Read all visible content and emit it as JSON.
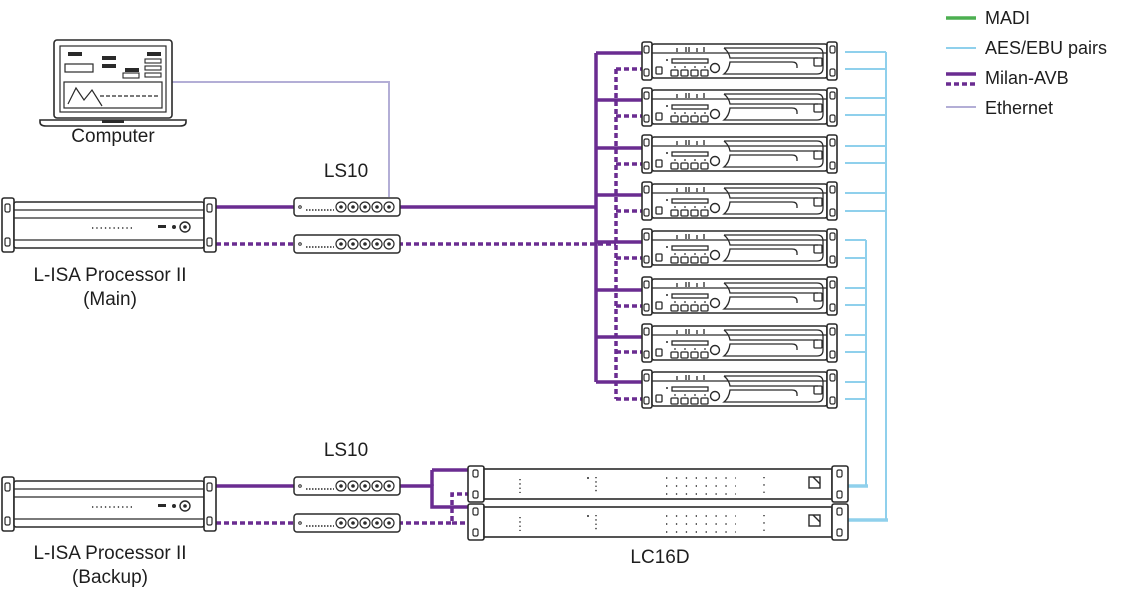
{
  "legend": [
    {
      "label": "MADI",
      "color": "#4caf50",
      "style": "solid-thick"
    },
    {
      "label": "AES/EBU pairs",
      "color": "#8fd0ec",
      "style": "solid-thin"
    },
    {
      "label": "Milan-AVB",
      "color": "#6a2c91",
      "style": "solid-and-dashed"
    },
    {
      "label": "Ethernet",
      "color": "#b3aed6",
      "style": "solid-thin"
    }
  ],
  "labels": {
    "computer": "Computer",
    "ls10_top": "LS10",
    "ls10_bottom": "LS10",
    "processor_main_line1": "L-ISA Processor II",
    "processor_main_line2": "(Main)",
    "processor_backup_line1": "L-ISA Processor II",
    "processor_backup_line2": "(Backup)",
    "lc16d": "LC16D"
  },
  "colors": {
    "milan_avb": "#6a2c91",
    "aes_ebu": "#8fd0ec",
    "ethernet": "#b3aed6",
    "madi": "#4caf50",
    "device_stroke": "#2a2a2a"
  },
  "amplifier_count": 8,
  "lc16d_count": 2
}
